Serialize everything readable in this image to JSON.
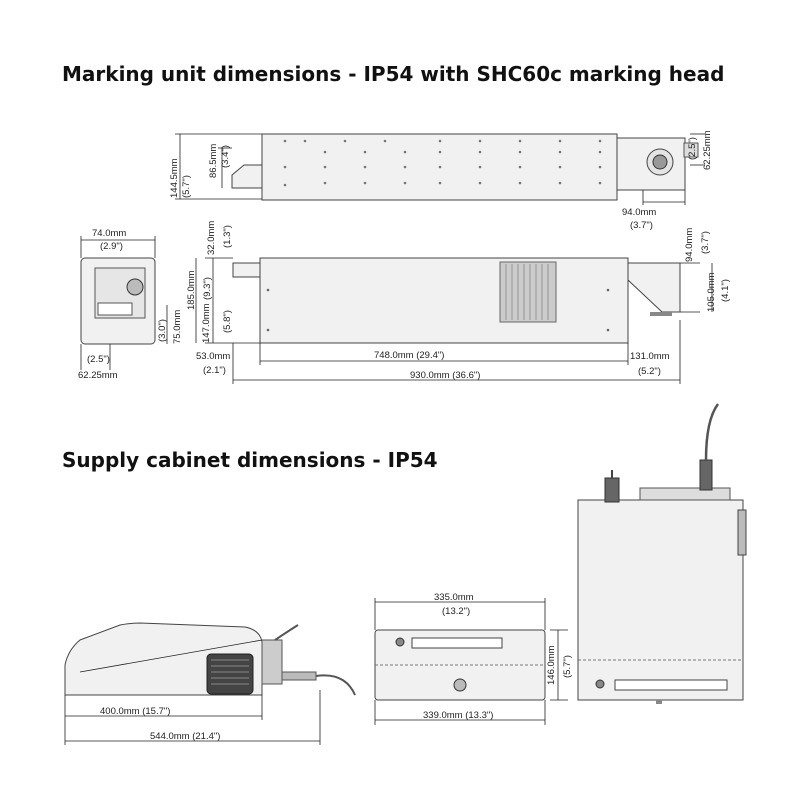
{
  "titles": {
    "marking_unit": "Marking unit dimensions - IP54 with SHC60c marking head",
    "supply_cabinet": "Supply cabinet dimensions - IP54"
  },
  "marking_unit": {
    "top_view": {
      "height_mm": "144.5mm",
      "height_in": "(5.7\")",
      "head_mm": "86.5mm",
      "head_in": "(3.4\")",
      "flange_mm": "62.25mm",
      "flange_in": "(2.5\")",
      "flange_width_mm": "94.0mm",
      "flange_width_in": "(3.7\")"
    },
    "end_view": {
      "width_mm": "74.0mm",
      "width_in": "(2.9\")",
      "height_mm": "75.0mm",
      "height_in": "(3.0\")",
      "offset_mm": "62.25mm",
      "offset_in": "(2.5\")"
    },
    "side_view": {
      "top_mm": "32.0mm",
      "top_in": "(1.3\")",
      "total_h_mm": "185.0mm",
      "total_h_in": "(9.3\")",
      "lower_h_mm": "147.0mm",
      "lower_h_in": "(5.8\")",
      "head_h_mm": "94.0mm",
      "head_h_in": "(3.7\")",
      "head_low_mm": "105.0mm",
      "head_low_in": "(4.1\")",
      "left_mm": "53.0mm",
      "left_in": "(2.1\")",
      "body_len": "748.0mm (29.4\")",
      "right_mm": "131.0mm",
      "right_in": "(5.2\")",
      "total_len": "930.0mm (36.6\")"
    }
  },
  "supply_cabinet": {
    "side_view": {
      "depth": "400.0mm (15.7\")",
      "total": "544.0mm (21.4\")"
    },
    "front_view": {
      "width_mm": "335.0mm",
      "width_in": "(13.2\")",
      "height_mm": "146.0mm",
      "height_in": "(5.7\")",
      "base_width": "339.0mm (13.3\")"
    }
  }
}
